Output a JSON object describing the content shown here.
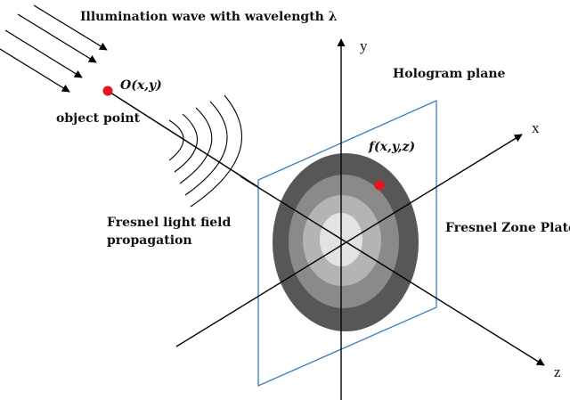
{
  "labels": {
    "illumination": "Illumination wave with wavelength λ",
    "object_coord": "O(x,y)",
    "object_point": "object point",
    "hologram_plane": "Hologram plane",
    "fresnel_field_line1": "Fresnel light field",
    "fresnel_field_line2": "propagation",
    "hologram_point": "f(x,y,z)",
    "zone_plate": "Fresnel Zone Plate",
    "axis_x": "x",
    "axis_y": "y",
    "axis_z": "z"
  },
  "colors": {
    "point": "#e8141c",
    "plane_border": "#3a7fc1",
    "ring_outer": "#575757",
    "ring_2": "#8a8a8a",
    "ring_3": "#b4b4b4",
    "ring_center": "#e3e3e3",
    "lines": "#000000"
  }
}
